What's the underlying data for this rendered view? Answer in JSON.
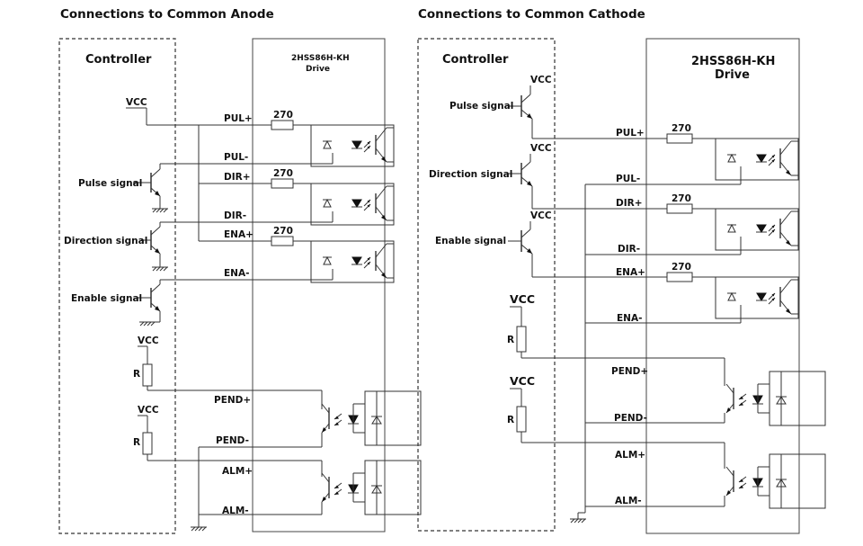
{
  "left": {
    "title": "Connections to Common Anode",
    "controller_label": "Controller",
    "drive_label_line1": "2HSS86H-KH",
    "drive_label_line2": "Drive",
    "vcc_top": "VCC",
    "pulse_label": "Pulse signal",
    "direction_label": "Direction signal",
    "enable_label": "Enable signal",
    "vcc_r1": "VCC",
    "r1": "R",
    "vcc_r2": "VCC",
    "r2": "R",
    "terminals": {
      "pul_plus": "PUL+",
      "pul_minus": "PUL-",
      "dir_plus": "DIR+",
      "dir_minus": "DIR-",
      "ena_plus": "ENA+",
      "ena_minus": "ENA-",
      "pend_plus": "PEND+",
      "pend_minus": "PEND-",
      "alm_plus": "ALM+",
      "alm_minus": "ALM-"
    },
    "resistors": [
      "270",
      "270",
      "270"
    ]
  },
  "right": {
    "title": "Connections to Common Cathode",
    "controller_label": "Controller",
    "drive_label_line1": "2HSS86H-KH",
    "drive_label_line2": "Drive",
    "vcc_pulse": "VCC",
    "vcc_direction": "VCC",
    "vcc_enable": "VCC",
    "pulse_label": "Pulse signal",
    "direction_label": "Direction signal",
    "enable_label": "Enable signal",
    "vcc_r1": "VCC",
    "r1": "R",
    "vcc_r2": "VCC",
    "r2": "R",
    "terminals": {
      "pul_plus": "PUL+",
      "pul_minus": "PUL-",
      "dir_plus": "DIR+",
      "dir_minus": "DIR-",
      "ena_plus": "ENA+",
      "ena_minus": "ENA-",
      "pend_plus": "PEND+",
      "pend_minus": "PEND-",
      "alm_plus": "ALM+",
      "alm_minus": "ALM-"
    },
    "resistors": [
      "270",
      "270",
      "270"
    ]
  }
}
